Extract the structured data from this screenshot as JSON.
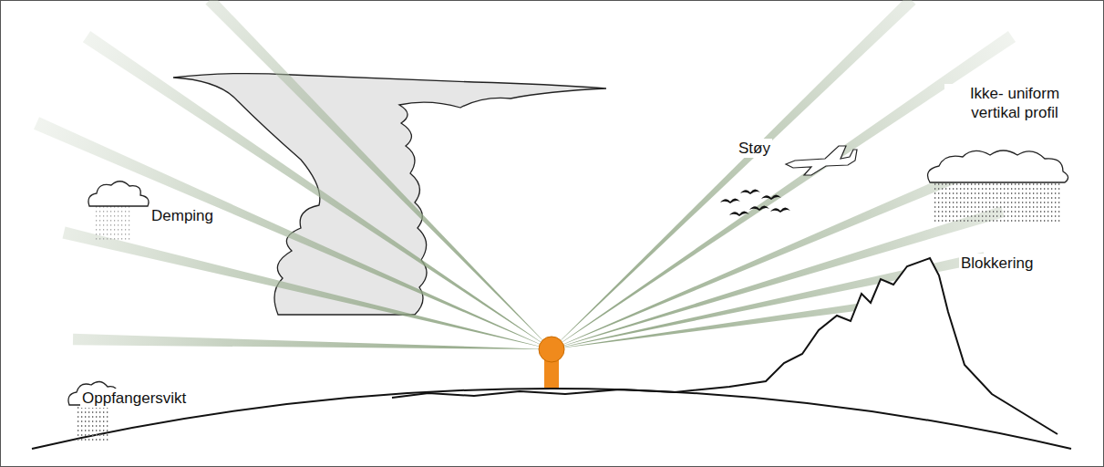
{
  "diagram": {
    "labels": [
      "Ikke- uniform vertikal profil",
      "Demping",
      "Støy",
      "Blokkering",
      "Oppfangersvikt"
    ]
  }
}
